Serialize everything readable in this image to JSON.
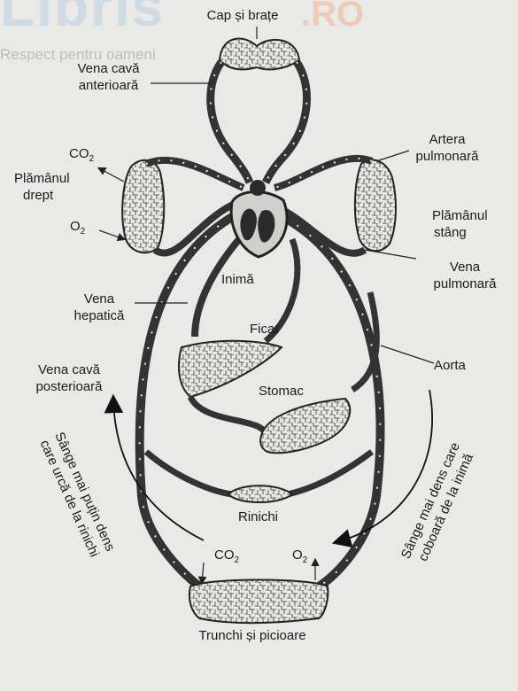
{
  "watermark": {
    "logo": "Libris",
    "domain": ".RO",
    "tagline": "Respect pentru oameni"
  },
  "labels": {
    "head": "Cap și brațe",
    "vena_cava_ant_1": "Vena cavă",
    "vena_cava_ant_2": "anterioară",
    "co2_top": "CO",
    "co2_sub": "2",
    "right_lung_1": "Plămânul",
    "right_lung_2": "drept",
    "o2_left": "O",
    "o2_sub": "2",
    "artery_1": "Artera",
    "artery_2": "pulmonară",
    "left_lung_1": "Plămânul",
    "left_lung_2": "stâng",
    "heart": "Inimă",
    "pulm_vein_1": "Vena",
    "pulm_vein_2": "pulmonară",
    "hepatic_1": "Vena",
    "hepatic_2": "hepatică",
    "liver": "Ficat",
    "vena_cava_post_1": "Vena cavă",
    "vena_cava_post_2": "posterioară",
    "aorta": "Aorta",
    "stomach": "Stomac",
    "blood_up_1": "Sânge mai puțin dens",
    "blood_up_2": "care urcă de la rinichi",
    "blood_down_1": "Sânge mai dens care",
    "blood_down_2": "coboară de la inimă",
    "kidney": "Rinichi",
    "co2_bottom": "CO",
    "co2_bottom_sub": "2",
    "o2_bottom": "O",
    "o2_bottom_sub": "2",
    "trunk": "Trunchi și picioare"
  },
  "colors": {
    "vessel": "#333333",
    "organ_fill": "#e6e6e2",
    "texture": "#444444",
    "heart_fill": "#2a2a2a"
  }
}
